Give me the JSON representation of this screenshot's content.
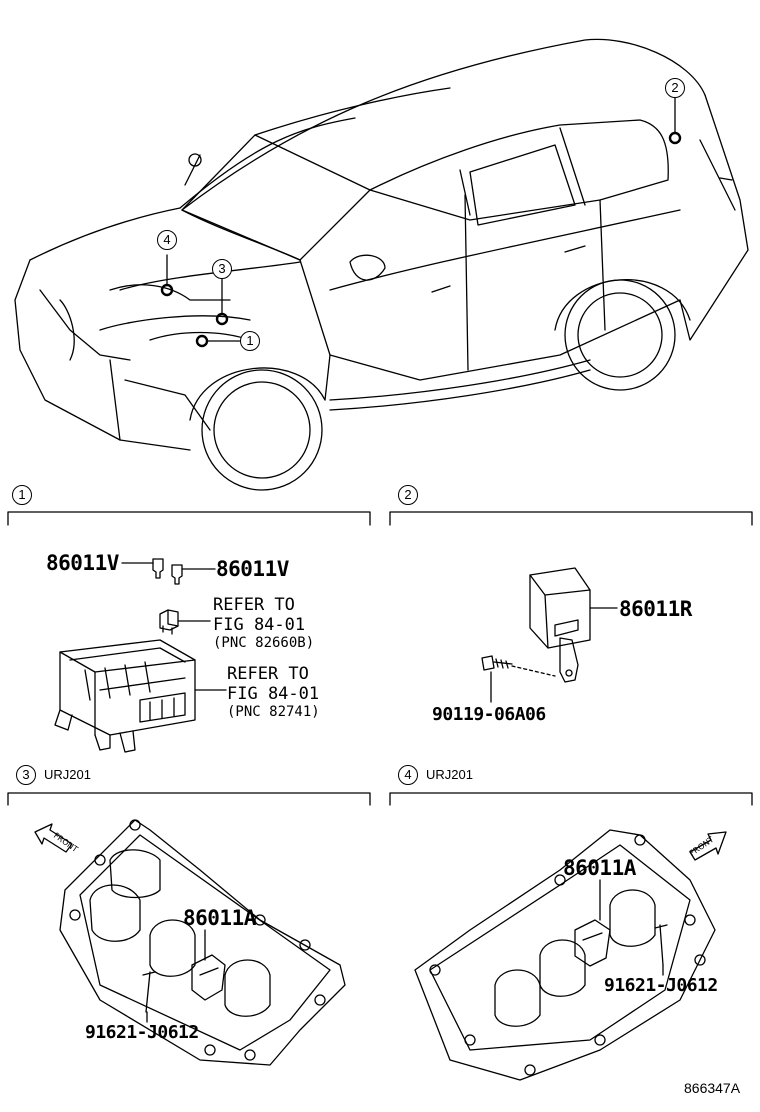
{
  "callouts": [
    "1",
    "2",
    "3",
    "4"
  ],
  "sections": [
    {
      "number": "1",
      "model": ""
    },
    {
      "number": "2",
      "model": ""
    },
    {
      "number": "3",
      "model": "URJ201"
    },
    {
      "number": "4",
      "model": "URJ201"
    }
  ],
  "parts": {
    "s1_left": "86011V",
    "s1_right": "86011V",
    "s1_ref1": {
      "line1": "REFER TO",
      "line2": "FIG 84-01",
      "pnc": "(PNC 82660B)"
    },
    "s1_ref2": {
      "line1": "REFER TO",
      "line2": "FIG 84-01",
      "pnc": "(PNC 82741)"
    },
    "s2_module": "86011R",
    "s2_bolt": "90119-06A06",
    "s3_sensor": "86011A",
    "s3_bolt": "91621-J0612",
    "s4_sensor": "86011A",
    "s4_bolt": "91621-J0612"
  },
  "front_label": "FRONT",
  "figure_id": "866347A"
}
